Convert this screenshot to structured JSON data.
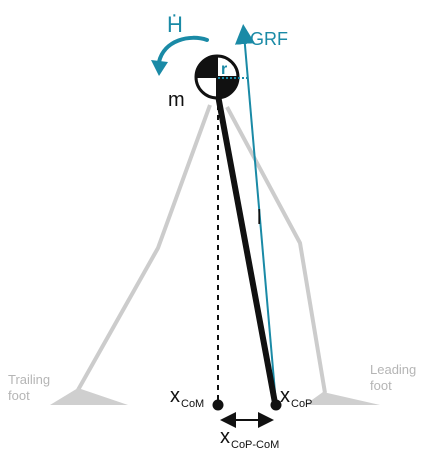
{
  "labels": {
    "hdot": "H",
    "grf": "GRF",
    "r": "r",
    "m": "m",
    "l": "l",
    "trailing_foot": [
      "Trailing",
      "foot"
    ],
    "leading_foot": [
      "Leading",
      "foot"
    ],
    "xcom_base": "x",
    "xcom_sub": "CoM",
    "xcop_base": "x",
    "xcop_sub": "CoP",
    "xcopcom_base": "x",
    "xcopcom_sub": "CoP-CoM"
  },
  "colors": {
    "black": "#111111",
    "accent": "#1a8aa6",
    "legs": "#cccccc",
    "feet": "#cfcfcf",
    "foot_text": "#b5b5b5"
  }
}
